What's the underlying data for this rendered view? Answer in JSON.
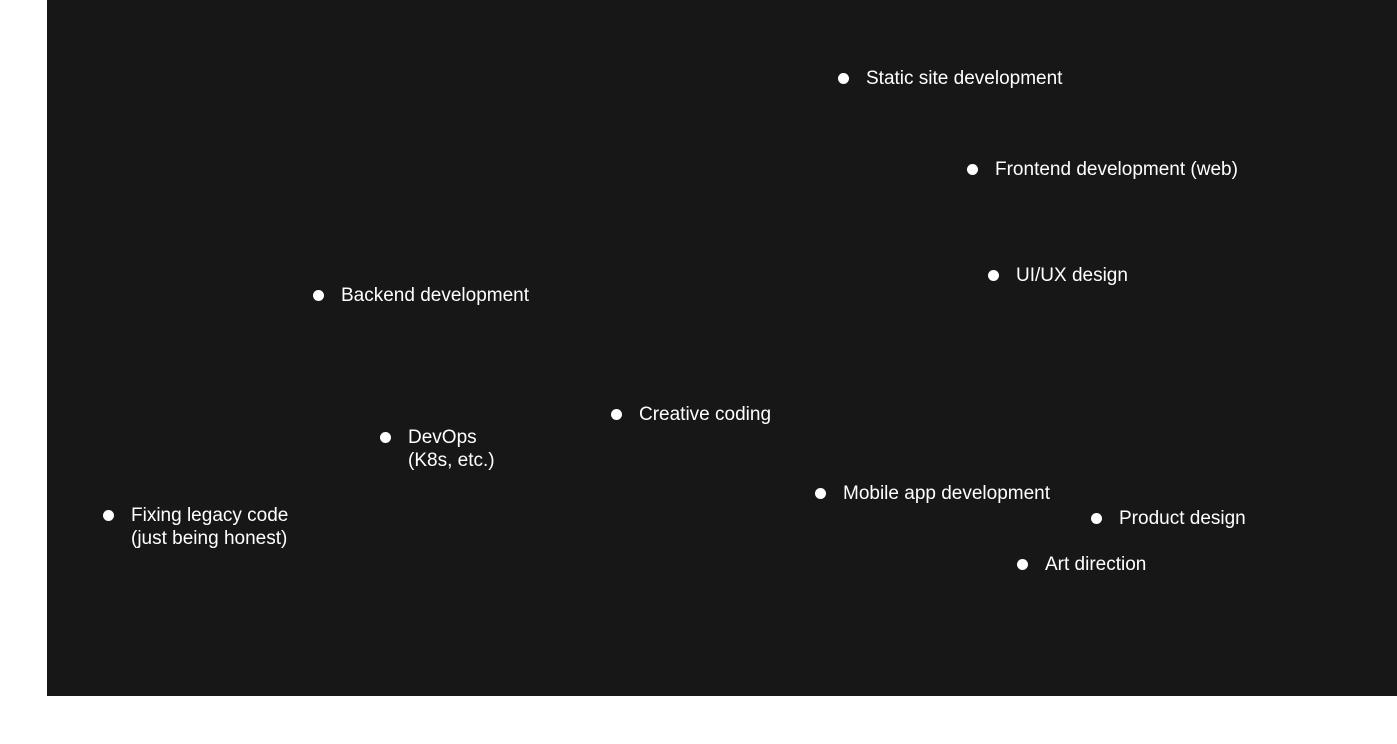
{
  "colors": {
    "background": "#171717",
    "page": "#ffffff",
    "text": "#ffffff",
    "dot": "#ffffff"
  },
  "skills": [
    {
      "lines": [
        "Static site development"
      ]
    },
    {
      "lines": [
        "Frontend development (web)"
      ]
    },
    {
      "lines": [
        "UI/UX design"
      ]
    },
    {
      "lines": [
        "Backend development"
      ]
    },
    {
      "lines": [
        "Creative coding"
      ]
    },
    {
      "lines": [
        "DevOps",
        "(K8s, etc.)"
      ]
    },
    {
      "lines": [
        "Mobile app development"
      ]
    },
    {
      "lines": [
        "Product design"
      ]
    },
    {
      "lines": [
        "Fixing legacy code",
        "(just being honest)"
      ]
    },
    {
      "lines": [
        "Art direction"
      ]
    }
  ]
}
